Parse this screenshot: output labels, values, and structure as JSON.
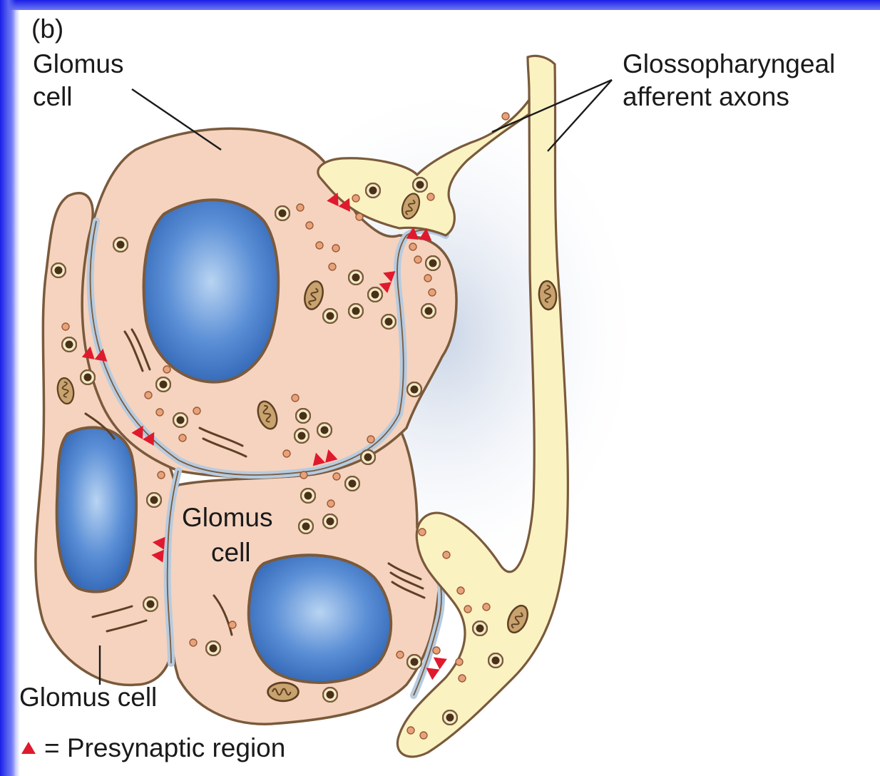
{
  "panel_label": "(b)",
  "labels": {
    "glomus_cell_top": [
      "Glomus",
      "cell"
    ],
    "glomus_cell_center": [
      "Glomus",
      "cell"
    ],
    "glomus_cell_bottom": "Glomus cell",
    "afferent_axons": [
      "Glossopharyngeal",
      "afferent axons"
    ]
  },
  "legend": {
    "symbol": "triangle-red",
    "text": "= Presynaptic region"
  },
  "colors": {
    "cell_fill": "#f5d3bf",
    "cell_outline": "#7a5a3c",
    "nucleus": "#4a83cc",
    "axon_fill": "#fbf2c2",
    "cleft": "#b6cbe0",
    "presynaptic_marker": "#e0192d",
    "slide_frame": "#1a1fe6"
  }
}
